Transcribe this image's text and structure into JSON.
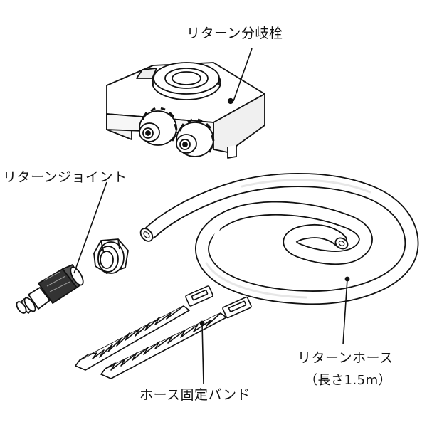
{
  "labels": {
    "return_branch_valve": "リターン分岐栓",
    "return_joint": "リターンジョイント",
    "return_hose": "リターンホース",
    "return_hose_length": "（長さ1.5m）",
    "hose_fixing_band": "ホース固定バンド"
  },
  "colors": {
    "line": "#111111",
    "fill": "#ffffff",
    "shade": "#dcdcdc"
  }
}
